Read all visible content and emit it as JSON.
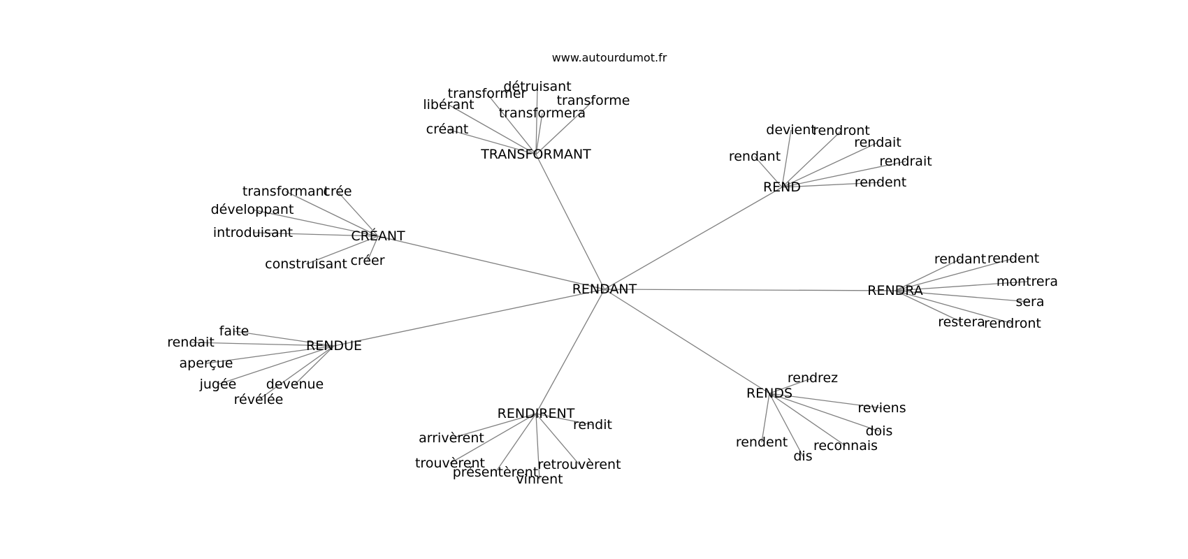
{
  "site": "www.autourdumot.fr",
  "center": "RENDANT",
  "hubs": [
    {
      "id": "transformant",
      "label": "TRANSFORMANT",
      "leaves": [
        "libérant",
        "transformer",
        "détruisant",
        "transforme",
        "transformera",
        "créant"
      ]
    },
    {
      "id": "rend",
      "label": "REND",
      "leaves": [
        "devient",
        "rendront",
        "rendait",
        "rendrait",
        "rendent",
        "rendant"
      ]
    },
    {
      "id": "creant",
      "label": "CRÉANT",
      "leaves": [
        "transformant",
        "crée",
        "développant",
        "introduisant",
        "construisant",
        "créer"
      ]
    },
    {
      "id": "rendra",
      "label": "RENDRA",
      "leaves": [
        "rendant",
        "rendent",
        "montrera",
        "sera",
        "restera",
        "rendront"
      ]
    },
    {
      "id": "rendue",
      "label": "RENDUE",
      "leaves": [
        "faite",
        "rendait",
        "aperçue",
        "jugée",
        "devenue",
        "révélée"
      ]
    },
    {
      "id": "rendirent",
      "label": "RENDIRENT",
      "leaves": [
        "rendit",
        "arrivèrent",
        "trouvèrent",
        "présentèrent",
        "vinrent",
        "retrouvèrent"
      ]
    },
    {
      "id": "rends",
      "label": "RENDS",
      "leaves": [
        "rendrez",
        "reviens",
        "dois",
        "reconnais",
        "dis",
        "rendent"
      ]
    }
  ]
}
